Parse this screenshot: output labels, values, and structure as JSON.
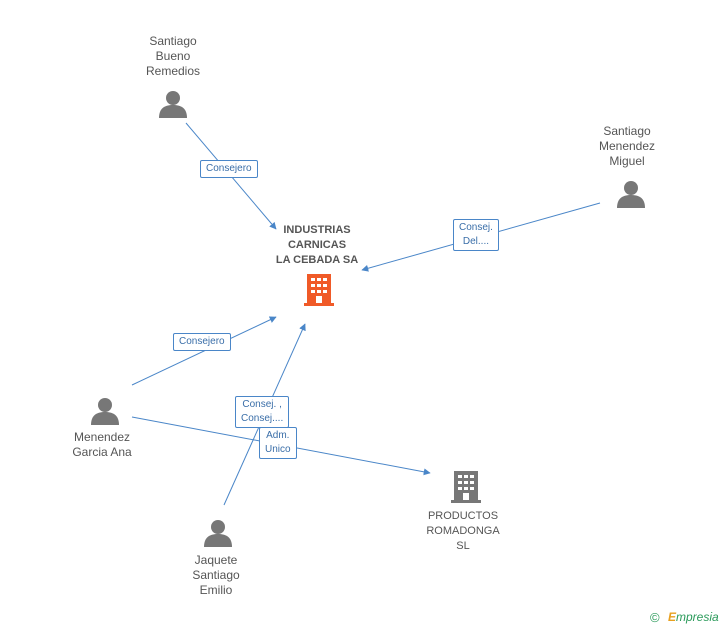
{
  "persons": [
    {
      "id": "p1",
      "name": "Santiago\nBueno\nRemedios"
    },
    {
      "id": "p2",
      "name": "Santiago\nMenendez\nMiguel"
    },
    {
      "id": "p3",
      "name": "Menendez\nGarcia Ana"
    },
    {
      "id": "p4",
      "name": "Jaquete\nSantiago\nEmilio"
    }
  ],
  "companies": [
    {
      "id": "c1",
      "name": "INDUSTRIAS\nCARNICAS\nLA CEBADA SA",
      "color": "#f05a28"
    },
    {
      "id": "c2",
      "name": "PRODUCTOS\nROMADONGA\nSL",
      "color": "#777777"
    }
  ],
  "edges": [
    {
      "label": "Consejero"
    },
    {
      "label": "Consej.\nDel...."
    },
    {
      "label": "Consejero"
    },
    {
      "label": "Consej. ,\nConsej...."
    },
    {
      "label": "Adm.\nUnico"
    }
  ],
  "colors": {
    "edge": "#4a86c8",
    "person_icon": "#777777"
  },
  "footer": {
    "copyright": "©",
    "brand_initial": "E",
    "brand_rest": "mpresia"
  }
}
